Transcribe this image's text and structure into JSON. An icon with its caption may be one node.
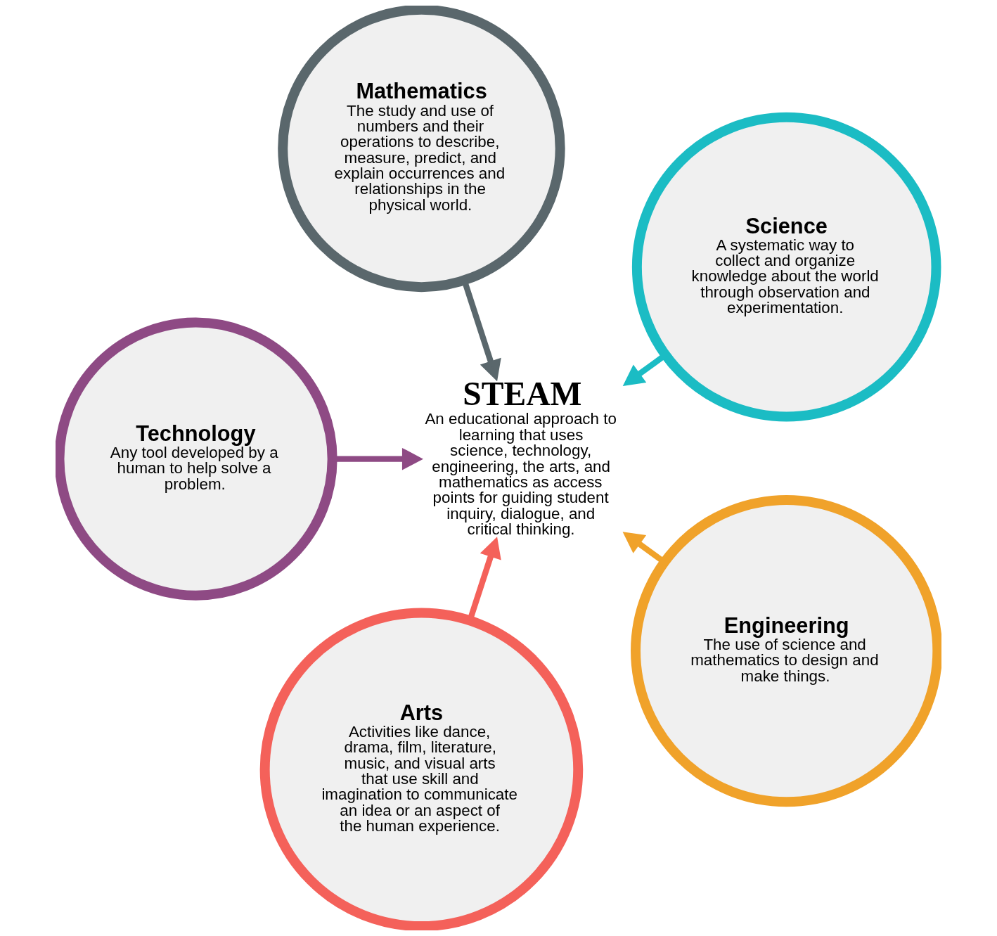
{
  "diagram": {
    "nodes": [
      {
        "text": [
          "Science",
          "A systematic way to collect and organize knowledge about the world through observation and experimentation."
        ]
      },
      {
        "text": [
          "Mathematics",
          "The study and use of numbers and their operations to describe, measure, predict, and explain occurrences and relationships in the physical world."
        ]
      },
      {
        "text": [
          "Technology",
          "Any tool developed by a human to help solve a problem."
        ]
      },
      {
        "text": [
          "STEAM",
          "An educational approach to learning that uses science, technology, engineering, the arts, and mathematics as access points for guiding student inquiry, dialogue, and critical thinking."
        ]
      },
      {
        "text": [
          "Arts",
          "Activities like dance, drama, film, literature, music, and visual arts that use skill and imagination to communicate an idea or an aspect of the human experience."
        ]
      },
      {
        "text": [
          "Engineering",
          "The use of science and mathematics to design and make things."
        ]
      }
    ],
    "edges": [
      {
        "from": 0,
        "to": 3,
        "arrow": "to",
        "color": "#1bbcc4"
      },
      {
        "from": 2,
        "to": 3,
        "arrow": "to",
        "color": "#8e4a84"
      },
      {
        "from": 5,
        "to": 3,
        "arrow": "to",
        "color": "#f0a22a"
      },
      {
        "from": 4,
        "to": 3,
        "arrow": "to",
        "color": "#f4615a"
      },
      {
        "from": 1,
        "to": 3,
        "arrow": "to",
        "color": "#5a676c"
      }
    ]
  }
}
